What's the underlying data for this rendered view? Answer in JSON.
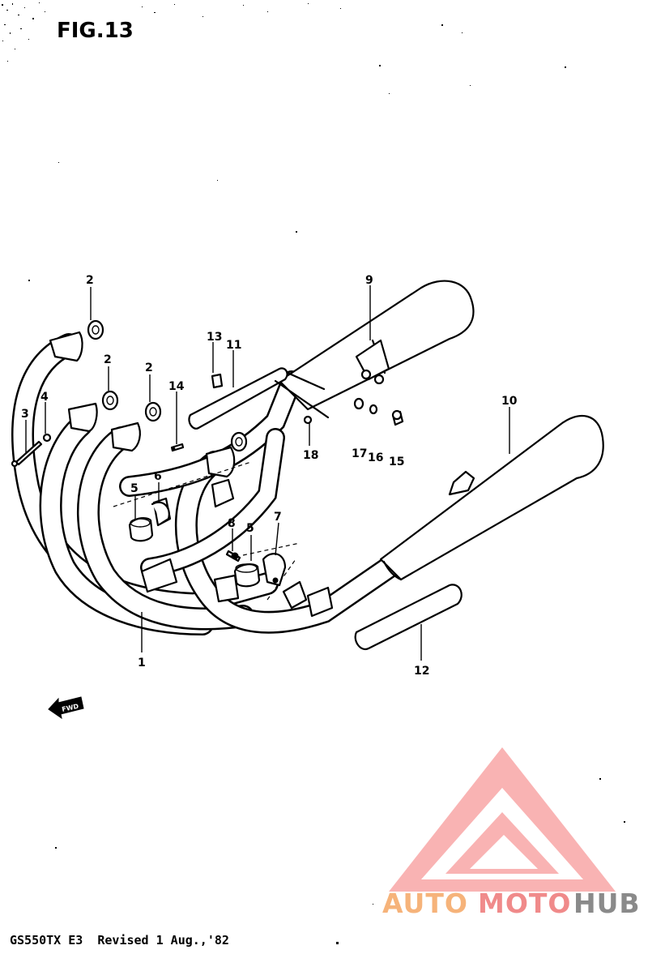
{
  "figure": {
    "title": "FIG.13",
    "model_revision": "GS550TX E3  Revised 1 Aug.,'82",
    "direction_label": "FWD"
  },
  "callouts": [
    {
      "id": "1",
      "label": "1"
    },
    {
      "id": "2a",
      "label": "2"
    },
    {
      "id": "2b",
      "label": "2"
    },
    {
      "id": "2c",
      "label": "2"
    },
    {
      "id": "3",
      "label": "3"
    },
    {
      "id": "4",
      "label": "4"
    },
    {
      "id": "5a",
      "label": "5"
    },
    {
      "id": "5b",
      "label": "5"
    },
    {
      "id": "6",
      "label": "6"
    },
    {
      "id": "7",
      "label": "7"
    },
    {
      "id": "8",
      "label": "8"
    },
    {
      "id": "9",
      "label": "9"
    },
    {
      "id": "10",
      "label": "10"
    },
    {
      "id": "11",
      "label": "11"
    },
    {
      "id": "12",
      "label": "12"
    },
    {
      "id": "13",
      "label": "13"
    },
    {
      "id": "14",
      "label": "14"
    },
    {
      "id": "15",
      "label": "15"
    },
    {
      "id": "16",
      "label": "16"
    },
    {
      "id": "17",
      "label": "17"
    },
    {
      "id": "18",
      "label": "18"
    }
  ],
  "watermark": {
    "text_part1": "AUTO",
    "text_part2": "MOTO",
    "text_part3": "HUB",
    "color_orange": "#f6b37a",
    "color_red": "#f08a8a",
    "color_gray": "#8a8a8a"
  }
}
